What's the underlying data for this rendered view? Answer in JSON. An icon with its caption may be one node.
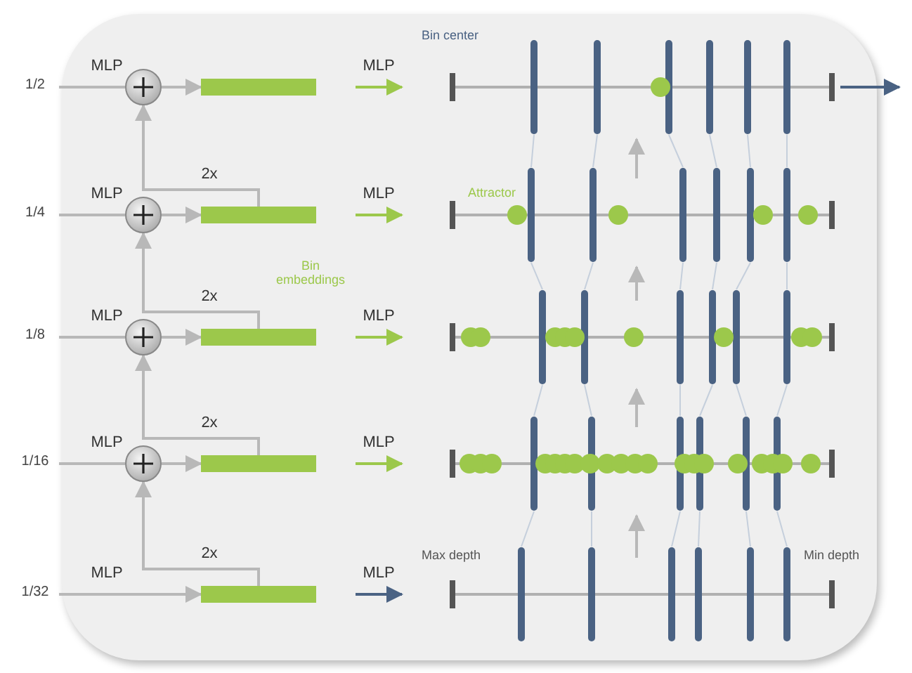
{
  "diagram": {
    "nodes": [
      {
        "text": [
          "1/2"
        ]
      },
      {
        "text": [
          "1/4"
        ]
      },
      {
        "text": [
          "1/8"
        ]
      },
      {
        "text": [
          "1/16"
        ]
      },
      {
        "text": [
          "1/32"
        ]
      },
      {
        "text": [],
        "shape": "circle"
      },
      {
        "text": [],
        "shape": "circle"
      },
      {
        "text": [],
        "shape": "circle"
      },
      {
        "text": [],
        "shape": "circle"
      },
      {
        "text": [],
        "shape": "bar"
      },
      {
        "text": [],
        "shape": "bar"
      },
      {
        "text": [],
        "shape": "bar"
      },
      {
        "text": [],
        "shape": "bar"
      },
      {
        "text": [],
        "shape": "bar"
      },
      {
        "text": [],
        "shape": "picture"
      },
      {
        "text": [],
        "shape": "picture"
      },
      {
        "text": [],
        "shape": "picture"
      },
      {
        "text": [],
        "shape": "picture"
      },
      {
        "text": [],
        "shape": "picture"
      }
    ],
    "edges": [
      {
        "from": 0,
        "to": 5,
        "arrow": "none",
        "label": "MLP"
      },
      {
        "from": 1,
        "to": 6,
        "arrow": "none",
        "label": "MLP"
      },
      {
        "from": 2,
        "to": 7,
        "arrow": "none",
        "label": "MLP"
      },
      {
        "from": 3,
        "to": 8,
        "arrow": "none",
        "label": "MLP"
      },
      {
        "from": 4,
        "to": 13,
        "arrow": "to",
        "label": "MLP"
      },
      {
        "from": 5,
        "to": 9,
        "arrow": "to"
      },
      {
        "from": 6,
        "to": 10,
        "arrow": "to"
      },
      {
        "from": 7,
        "to": 11,
        "arrow": "to"
      },
      {
        "from": 8,
        "to": 12,
        "arrow": "to"
      },
      {
        "from": 10,
        "to": 5,
        "arrow": "to",
        "label": "2x"
      },
      {
        "from": 11,
        "to": 6,
        "arrow": "to",
        "label": "2x"
      },
      {
        "from": 12,
        "to": 7,
        "arrow": "to",
        "label": "2x"
      },
      {
        "from": 13,
        "to": 8,
        "arrow": "to",
        "label": "2x"
      },
      {
        "from": 9,
        "to": 14,
        "arrow": "to",
        "label": "MLP",
        "color": "#9cc84b"
      },
      {
        "from": 10,
        "to": 15,
        "arrow": "to",
        "label": "MLP",
        "color": "#9cc84b"
      },
      {
        "from": 11,
        "to": 16,
        "arrow": "to",
        "label": "MLP",
        "color": "#9cc84b"
      },
      {
        "from": 12,
        "to": 17,
        "arrow": "to",
        "label": "MLP",
        "color": "#9cc84b"
      },
      {
        "from": 13,
        "to": 18,
        "arrow": "to",
        "label": "MLP",
        "color": "#4a6283"
      },
      {
        "from": 15,
        "to": 14,
        "arrow": "to"
      },
      {
        "from": 16,
        "to": 15,
        "arrow": "to"
      },
      {
        "from": 17,
        "to": 16,
        "arrow": "to"
      },
      {
        "from": 18,
        "to": 17,
        "arrow": "to"
      },
      {
        "from": 14,
        "to": null,
        "arrow": "to",
        "color": "#4a6283"
      },
      {
        "from": 15,
        "to": 14,
        "arrow": "none",
        "color": "#c5cfdc"
      },
      {
        "from": 15,
        "to": 14,
        "arrow": "none",
        "color": "#c5cfdc"
      },
      {
        "from": 15,
        "to": 14,
        "arrow": "none",
        "color": "#c5cfdc"
      },
      {
        "from": 15,
        "to": 14,
        "arrow": "none",
        "color": "#c5cfdc"
      },
      {
        "from": 15,
        "to": 14,
        "arrow": "none",
        "color": "#c5cfdc"
      },
      {
        "from": 15,
        "to": 14,
        "arrow": "none",
        "color": "#c5cfdc"
      },
      {
        "from": 16,
        "to": 15,
        "arrow": "none",
        "color": "#c5cfdc"
      },
      {
        "from": 16,
        "to": 15,
        "arrow": "none",
        "color": "#c5cfdc"
      },
      {
        "from": 16,
        "to": 15,
        "arrow": "none",
        "color": "#c5cfdc"
      },
      {
        "from": 16,
        "to": 15,
        "arrow": "none",
        "color": "#c5cfdc"
      },
      {
        "from": 16,
        "to": 15,
        "arrow": "none",
        "color": "#c5cfdc"
      },
      {
        "from": 16,
        "to": 15,
        "arrow": "none",
        "color": "#c5cfdc"
      },
      {
        "from": 17,
        "to": 16,
        "arrow": "none",
        "color": "#c5cfdc"
      },
      {
        "from": 17,
        "to": 16,
        "arrow": "none",
        "color": "#c5cfdc"
      },
      {
        "from": 17,
        "to": 16,
        "arrow": "none",
        "color": "#c5cfdc"
      },
      {
        "from": 17,
        "to": 16,
        "arrow": "none",
        "color": "#c5cfdc"
      },
      {
        "from": 17,
        "to": 16,
        "arrow": "none",
        "color": "#c5cfdc"
      },
      {
        "from": 17,
        "to": 16,
        "arrow": "none",
        "color": "#c5cfdc"
      },
      {
        "from": 18,
        "to": 17,
        "arrow": "none",
        "color": "#c5cfdc"
      },
      {
        "from": 18,
        "to": 17,
        "arrow": "none",
        "color": "#c5cfdc"
      },
      {
        "from": 18,
        "to": 17,
        "arrow": "none",
        "color": "#c5cfdc"
      },
      {
        "from": 18,
        "to": 17,
        "arrow": "none",
        "color": "#c5cfdc"
      },
      {
        "from": 18,
        "to": 17,
        "arrow": "none",
        "color": "#c5cfdc"
      },
      {
        "from": 18,
        "to": 17,
        "arrow": "none",
        "color": "#c5cfdc"
      }
    ],
    "labels": [
      "Bin center",
      "Attractor",
      "Bin embeddings",
      "Max depth",
      "Min depth"
    ]
  }
}
